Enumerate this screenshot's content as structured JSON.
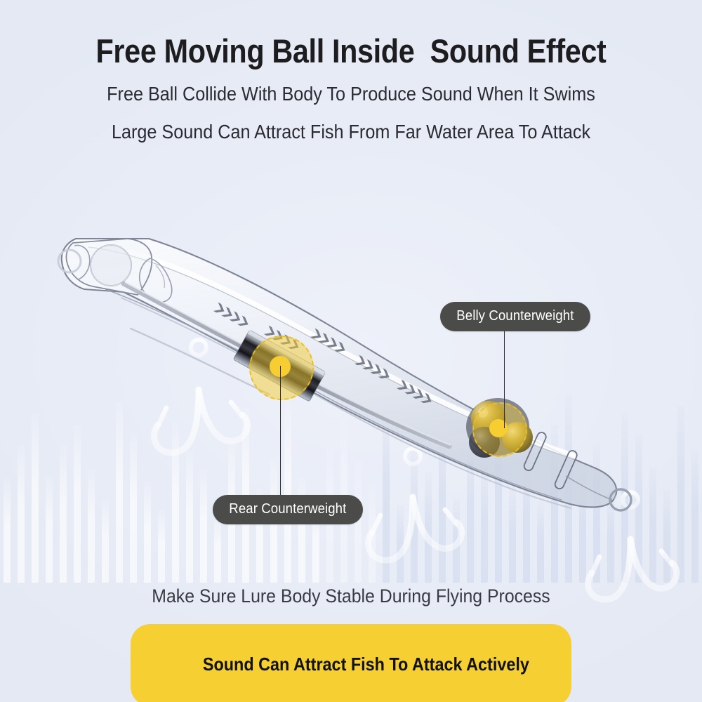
{
  "page": {
    "background_color": "#e7ebf6",
    "accent_color": "#f6cf33",
    "pill_color": "#4b4b49",
    "text_color": "#1d1d1f"
  },
  "header": {
    "title": "Free Moving Ball Inside  Sound Effect",
    "subtitle_1": "Free Ball Collide With Body To Produce Sound When It Swims",
    "subtitle_2": "Large Sound Can Attract Fish From Far Water Area To Attack"
  },
  "callouts": [
    {
      "id": "belly",
      "label": "Belly Counterweight"
    },
    {
      "id": "rear",
      "label": "Rear Counterweight"
    }
  ],
  "footer": {
    "line_1": "Make Sure Lure Body Stable During Flying Process",
    "cta_label": "Sound Can Attract Fish To Attack Actively"
  },
  "illustration": {
    "subject": "transparent-pencil-popper-fishing-lure",
    "ball_color": "#c8a838",
    "highlight_color": "#f7cf32",
    "weight_body_color": "#2b2b2f",
    "hook_count": 3,
    "chevron_groups": 5,
    "chevrons_per_group": 4
  },
  "chart_data": {
    "type": "bar",
    "title": "sound-waveform-background",
    "categories": [
      "1",
      "2",
      "3",
      "4",
      "5",
      "6",
      "7",
      "8",
      "9",
      "10",
      "11",
      "12",
      "13",
      "14",
      "15",
      "16",
      "17",
      "18",
      "19",
      "20",
      "21",
      "22",
      "23",
      "24",
      "25",
      "26",
      "27",
      "28",
      "29",
      "30",
      "31",
      "32",
      "33",
      "34",
      "35",
      "36",
      "37",
      "38",
      "39",
      "40",
      "41",
      "42",
      "43",
      "44",
      "45",
      "46",
      "47",
      "48",
      "49",
      "50"
    ],
    "values": [
      148,
      196,
      242,
      152,
      196,
      225,
      162,
      118,
      258,
      212,
      145,
      104,
      230,
      188,
      162,
      98,
      205,
      248,
      135,
      178,
      262,
      150,
      112,
      200,
      232,
      175,
      142,
      262,
      110,
      190,
      158,
      238,
      120,
      205,
      172,
      248,
      140,
      182,
      115,
      225,
      268,
      155,
      198,
      128,
      242,
      212,
      165,
      132,
      252,
      190
    ],
    "xlabel": "",
    "ylabel": "",
    "grid": false,
    "legend": null
  }
}
